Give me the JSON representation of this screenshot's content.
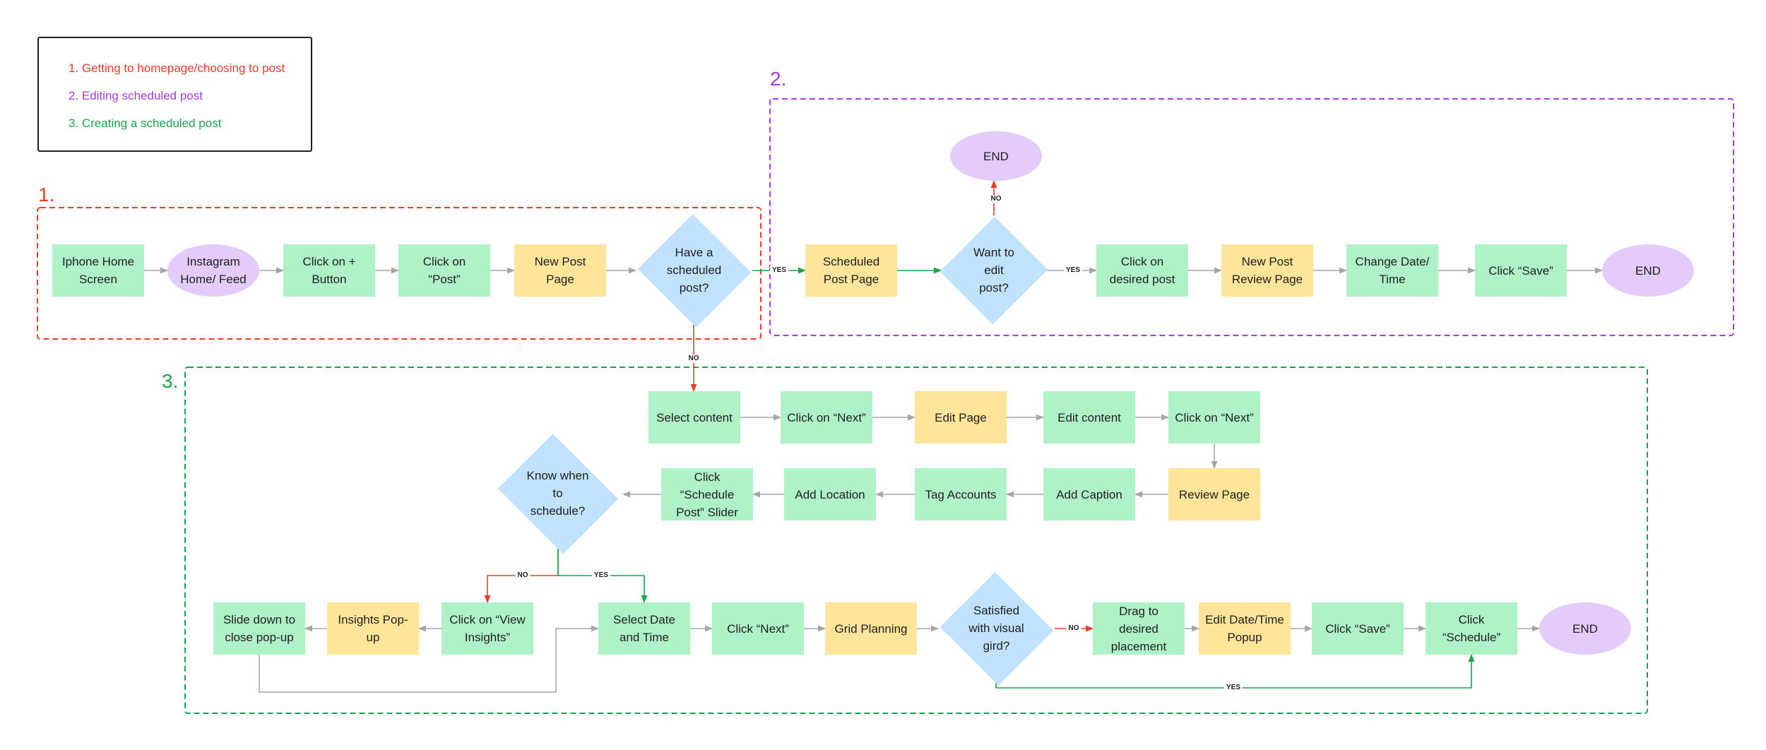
{
  "legend": {
    "items": [
      {
        "text": "1. Getting to homepage/choosing to post",
        "color": "#ec3d2a"
      },
      {
        "text": "2. Editing scheduled post",
        "color": "#a73be8"
      },
      {
        "text": "3. Creating a scheduled post",
        "color": "#17a54a"
      }
    ]
  },
  "sections": [
    {
      "id": "s1",
      "label": "1.",
      "color": "#ec3d2a"
    },
    {
      "id": "s2",
      "label": "2.",
      "color": "#a73be8"
    },
    {
      "id": "s3",
      "label": "3.",
      "color": "#17a54a"
    }
  ],
  "colors": {
    "action": "#b0f2c8",
    "page": "#ffe59a",
    "terminal": "#e3cbfa",
    "decision": "#c0e2fd",
    "arrow_default": "#a6a6a6",
    "arrow_yes": "#17a54a",
    "arrow_no": "#ec3d2a"
  },
  "nodes": [
    {
      "id": "iphone-home",
      "type": "action",
      "text": "Iphone Home\nScreen"
    },
    {
      "id": "instagram-home",
      "type": "terminal",
      "text": "Instagram\nHome/ Feed"
    },
    {
      "id": "click-plus",
      "type": "action",
      "text": "Click on +\nButton"
    },
    {
      "id": "click-post",
      "type": "action",
      "text": "Click on\n“Post”"
    },
    {
      "id": "new-post-page",
      "type": "page",
      "text": "New Post Page"
    },
    {
      "id": "have-scheduled",
      "type": "decision",
      "text": "Have a\nscheduled\npost?"
    },
    {
      "id": "scheduled-post-page",
      "type": "page",
      "text": "Scheduled\nPost Page"
    },
    {
      "id": "want-edit",
      "type": "decision",
      "text": "Want to\nedit\npost?"
    },
    {
      "id": "end-top",
      "type": "terminal",
      "text": "END"
    },
    {
      "id": "click-desired-post",
      "type": "action",
      "text": "Click on\ndesired post"
    },
    {
      "id": "new-post-review",
      "type": "page",
      "text": "New Post\nReview Page"
    },
    {
      "id": "change-date",
      "type": "action",
      "text": "Change Date/\nTime"
    },
    {
      "id": "click-save-top",
      "type": "action",
      "text": "Click “Save”"
    },
    {
      "id": "end-right",
      "type": "terminal",
      "text": "END"
    },
    {
      "id": "select-content",
      "type": "action",
      "text": "Select content"
    },
    {
      "id": "click-next-1",
      "type": "action",
      "text": "Click on “Next”"
    },
    {
      "id": "edit-page",
      "type": "page",
      "text": "Edit Page"
    },
    {
      "id": "edit-content",
      "type": "action",
      "text": "Edit content"
    },
    {
      "id": "click-next-2",
      "type": "action",
      "text": "Click on “Next”"
    },
    {
      "id": "review-page",
      "type": "page",
      "text": "Review Page"
    },
    {
      "id": "add-caption",
      "type": "action",
      "text": "Add Caption"
    },
    {
      "id": "tag-accounts",
      "type": "action",
      "text": "Tag Accounts"
    },
    {
      "id": "add-location",
      "type": "action",
      "text": "Add Location"
    },
    {
      "id": "click-schedule-slider",
      "type": "action",
      "text": "Click “Schedule\nPost” Slider"
    },
    {
      "id": "know-when",
      "type": "decision",
      "text": "Know when\nto\nschedule?"
    },
    {
      "id": "click-view-insights",
      "type": "action",
      "text": "Click on “View\nInsights”"
    },
    {
      "id": "insights-popup",
      "type": "page",
      "text": "Insights Pop-\nup"
    },
    {
      "id": "slide-down",
      "type": "action",
      "text": "Slide down to\nclose pop-up"
    },
    {
      "id": "select-date-time",
      "type": "action",
      "text": "Select Date\nand Time"
    },
    {
      "id": "click-next-3",
      "type": "action",
      "text": "Click “Next”"
    },
    {
      "id": "grid-planning",
      "type": "page",
      "text": "Grid Planning"
    },
    {
      "id": "satisfied",
      "type": "decision",
      "text": "Satisfied\nwith visual\ngird?"
    },
    {
      "id": "drag-placement",
      "type": "action",
      "text": "Drag to desired\nplacement"
    },
    {
      "id": "edit-date-popup",
      "type": "page",
      "text": "Edit Date/Time\nPopup"
    },
    {
      "id": "click-save-bottom",
      "type": "action",
      "text": "Click “Save”"
    },
    {
      "id": "click-schedule",
      "type": "action",
      "text": "Click\n“Schedule”"
    },
    {
      "id": "end-bottom",
      "type": "terminal",
      "text": "END"
    }
  ],
  "edges": [
    {
      "from": "iphone-home",
      "to": "instagram-home",
      "kind": "default"
    },
    {
      "from": "instagram-home",
      "to": "click-plus",
      "kind": "default"
    },
    {
      "from": "click-plus",
      "to": "click-post",
      "kind": "default"
    },
    {
      "from": "click-post",
      "to": "new-post-page",
      "kind": "default"
    },
    {
      "from": "new-post-page",
      "to": "have-scheduled",
      "kind": "default"
    },
    {
      "from": "have-scheduled",
      "to": "scheduled-post-page",
      "kind": "yes",
      "label": "YES"
    },
    {
      "from": "have-scheduled",
      "to": "select-content",
      "kind": "no",
      "label": "NO"
    },
    {
      "from": "scheduled-post-page",
      "to": "want-edit",
      "kind": "yes"
    },
    {
      "from": "want-edit",
      "to": "end-top",
      "kind": "no",
      "label": "NO"
    },
    {
      "from": "want-edit",
      "to": "click-desired-post",
      "kind": "default",
      "label": "YES"
    },
    {
      "from": "click-desired-post",
      "to": "new-post-review",
      "kind": "default"
    },
    {
      "from": "new-post-review",
      "to": "change-date",
      "kind": "default"
    },
    {
      "from": "change-date",
      "to": "click-save-top",
      "kind": "default"
    },
    {
      "from": "click-save-top",
      "to": "end-right",
      "kind": "default"
    },
    {
      "from": "select-content",
      "to": "click-next-1",
      "kind": "default"
    },
    {
      "from": "click-next-1",
      "to": "edit-page",
      "kind": "default"
    },
    {
      "from": "edit-page",
      "to": "edit-content",
      "kind": "default"
    },
    {
      "from": "edit-content",
      "to": "click-next-2",
      "kind": "default"
    },
    {
      "from": "click-next-2",
      "to": "review-page",
      "kind": "default"
    },
    {
      "from": "review-page",
      "to": "add-caption",
      "kind": "default"
    },
    {
      "from": "add-caption",
      "to": "tag-accounts",
      "kind": "default"
    },
    {
      "from": "tag-accounts",
      "to": "add-location",
      "kind": "default"
    },
    {
      "from": "add-location",
      "to": "click-schedule-slider",
      "kind": "default"
    },
    {
      "from": "click-schedule-slider",
      "to": "know-when",
      "kind": "default"
    },
    {
      "from": "know-when",
      "to": "click-view-insights",
      "kind": "no",
      "label": "NO"
    },
    {
      "from": "know-when",
      "to": "select-date-time",
      "kind": "yes",
      "label": "YES"
    },
    {
      "from": "click-view-insights",
      "to": "insights-popup",
      "kind": "default"
    },
    {
      "from": "insights-popup",
      "to": "slide-down",
      "kind": "default"
    },
    {
      "from": "slide-down",
      "to": "select-date-time",
      "kind": "default"
    },
    {
      "from": "select-date-time",
      "to": "click-next-3",
      "kind": "default"
    },
    {
      "from": "click-next-3",
      "to": "grid-planning",
      "kind": "default"
    },
    {
      "from": "grid-planning",
      "to": "satisfied",
      "kind": "default"
    },
    {
      "from": "satisfied",
      "to": "drag-placement",
      "kind": "no",
      "label": "NO"
    },
    {
      "from": "satisfied",
      "to": "click-schedule",
      "kind": "yes",
      "label": "YES"
    },
    {
      "from": "drag-placement",
      "to": "edit-date-popup",
      "kind": "default"
    },
    {
      "from": "edit-date-popup",
      "to": "click-save-bottom",
      "kind": "default"
    },
    {
      "from": "click-save-bottom",
      "to": "click-schedule",
      "kind": "default"
    },
    {
      "from": "click-schedule",
      "to": "end-bottom",
      "kind": "default"
    }
  ]
}
